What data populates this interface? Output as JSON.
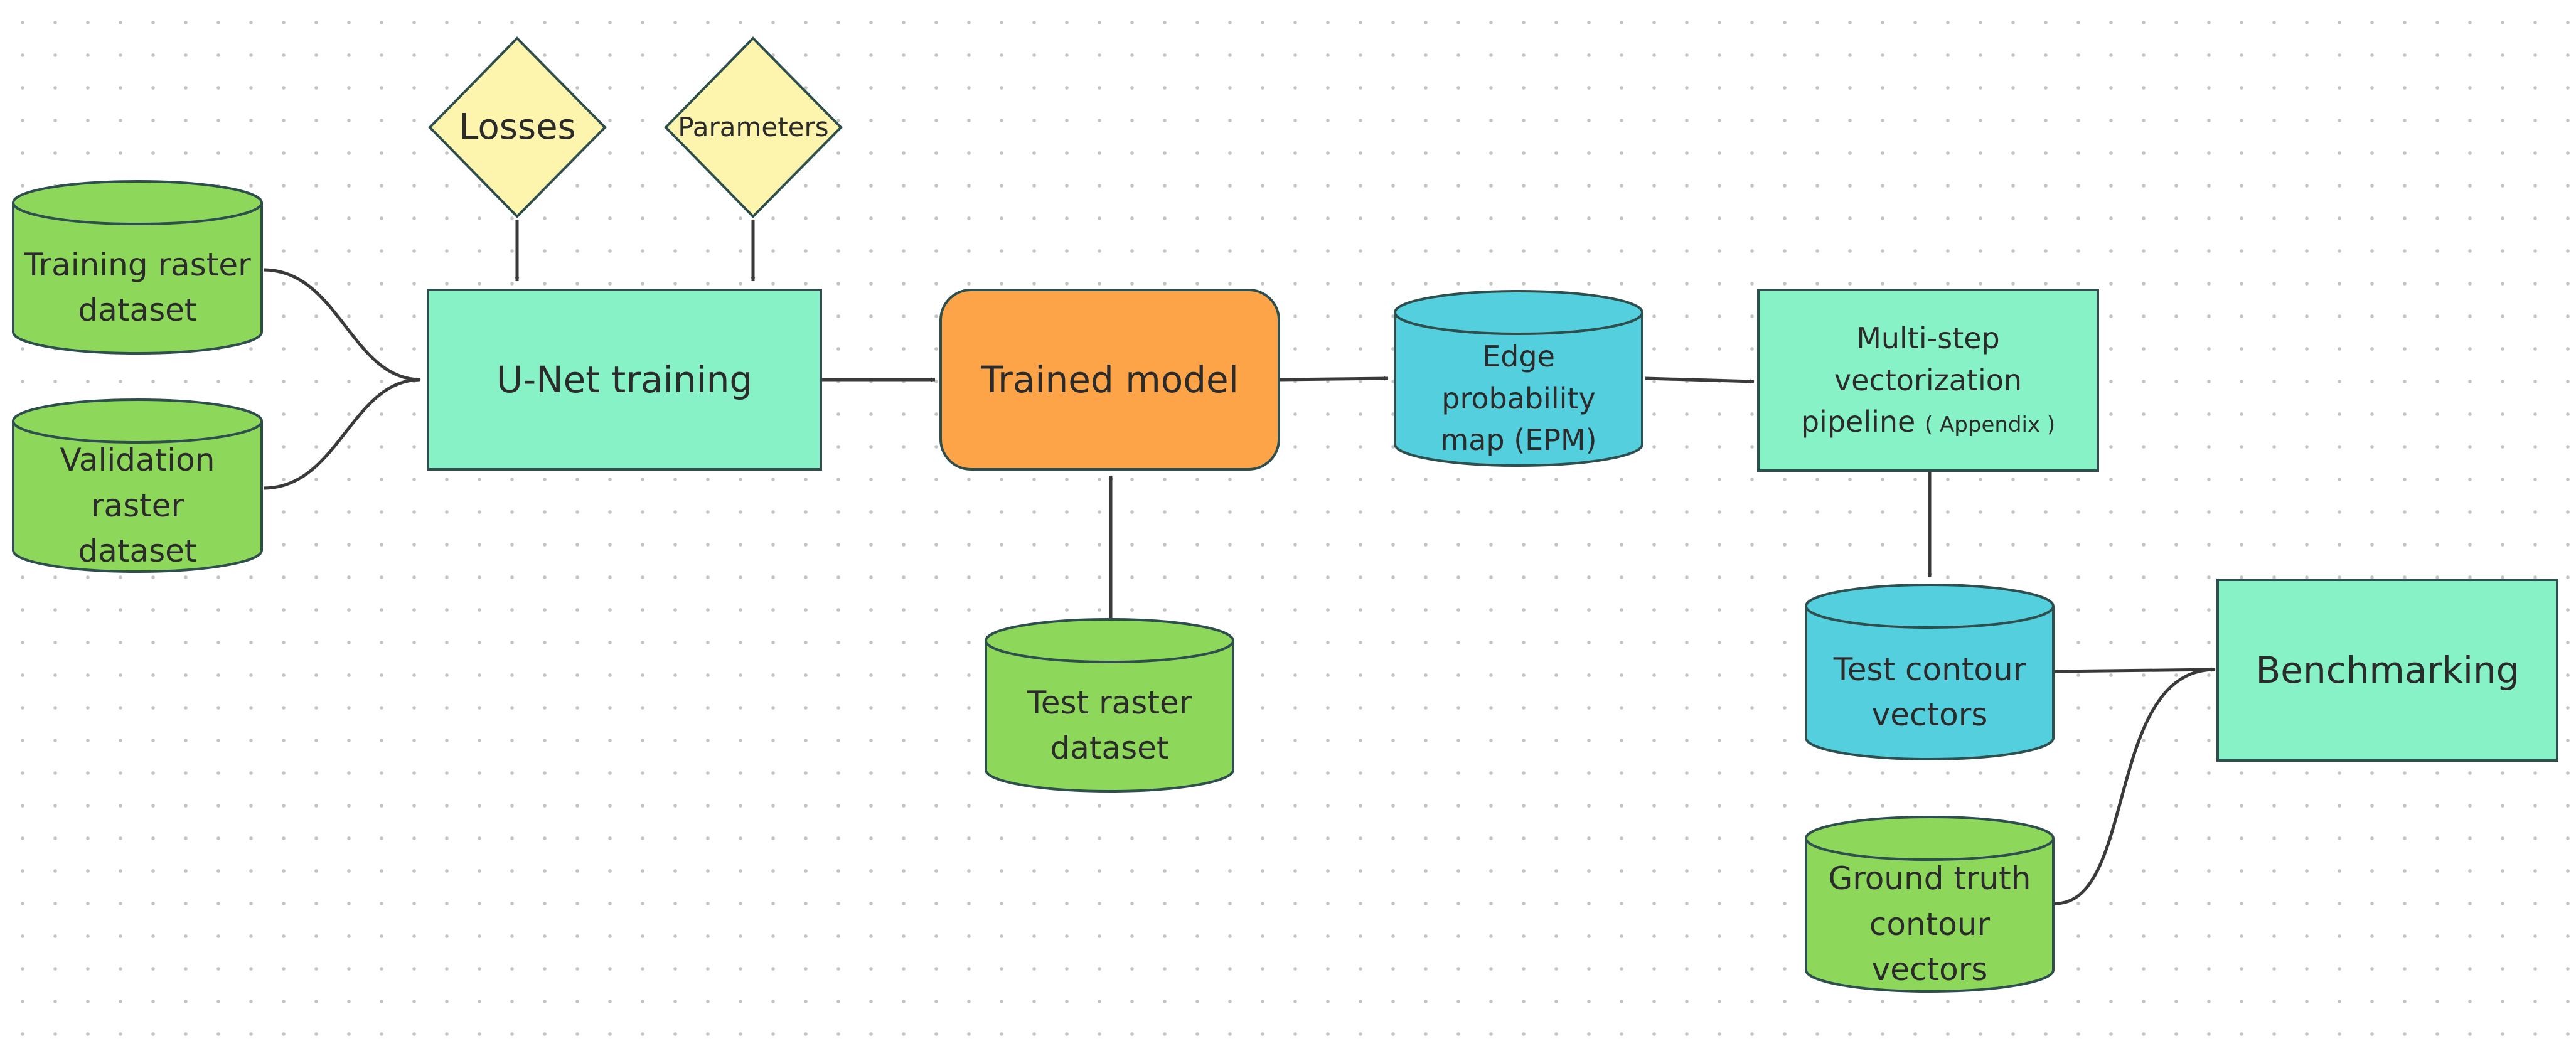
{
  "nodes": {
    "losses": {
      "label": "Losses"
    },
    "parameters": {
      "label": "Parameters"
    },
    "training_raster": {
      "line1": "Training raster",
      "line2": "dataset"
    },
    "validation_raster": {
      "line1": "Validation raster",
      "line2": "dataset"
    },
    "unet_training": {
      "label": "U-Net training"
    },
    "trained_model": {
      "label": "Trained model"
    },
    "test_raster": {
      "line1": "Test raster",
      "line2": "dataset"
    },
    "epm": {
      "line1": "Edge probability",
      "line2": "map (EPM)"
    },
    "vectorization": {
      "line1": "Multi-step vectorization",
      "line2": "pipeline",
      "appendix": "( Appendix )"
    },
    "test_contour": {
      "line1": "Test contour",
      "line2": "vectors"
    },
    "ground_truth": {
      "line1": "Ground truth",
      "line2": "contour vectors"
    },
    "benchmarking": {
      "label": "Benchmarking"
    }
  },
  "colors": {
    "dataset_green": "#8dd85a",
    "process_mint": "#86f2c6",
    "model_orange": "#fea448",
    "vector_cyan": "#53cfde",
    "input_yellow": "#fdf4ad",
    "stroke": "#2f4f4f",
    "edge": "#3a3a3a"
  }
}
